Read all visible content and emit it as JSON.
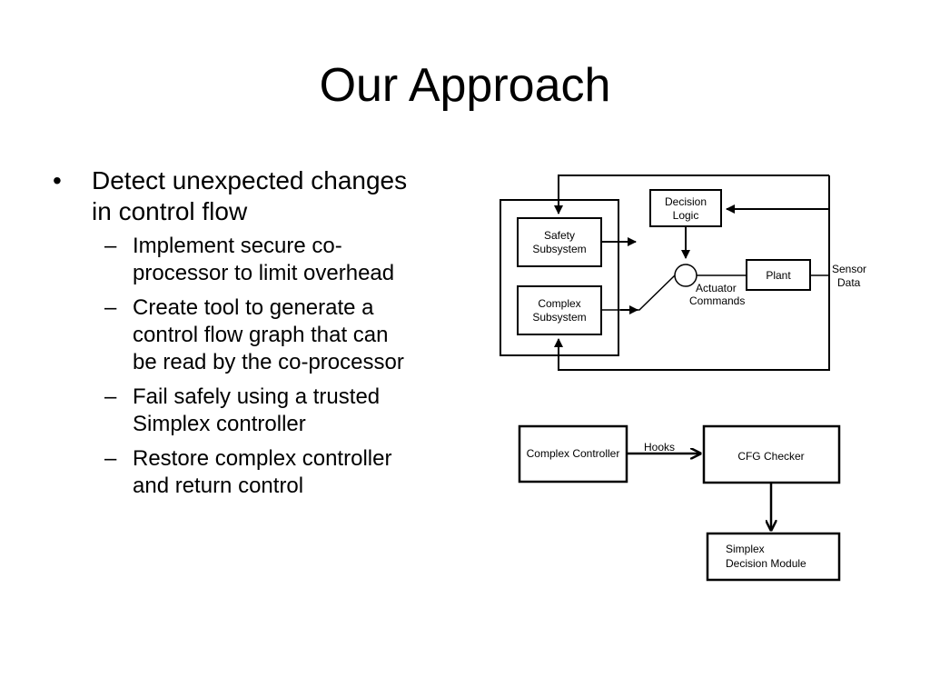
{
  "slide": {
    "title": "Our Approach"
  },
  "bullets": {
    "main": {
      "marker": "•",
      "lines": [
        "Detect unexpected changes",
        "in control flow"
      ]
    },
    "sub_marker": "–",
    "items": [
      {
        "lines": [
          "Implement secure co-",
          "processor to limit overhead"
        ]
      },
      {
        "lines": [
          "Create tool to generate a",
          "control flow graph that can",
          "be read by the co-processor"
        ]
      },
      {
        "lines": [
          "Fail safely using a trusted",
          "Simplex controller"
        ]
      },
      {
        "lines": [
          "Restore complex controller",
          "and return control"
        ]
      }
    ]
  },
  "diagram_top": {
    "safety_subsystem": [
      "Safety",
      "Subsystem"
    ],
    "complex_subsystem": [
      "Complex",
      "Subsystem"
    ],
    "decision_logic": [
      "Decision",
      "Logic"
    ],
    "plant": "Plant",
    "actuator_commands": [
      "Actuator",
      "Commands"
    ],
    "sensor_data": [
      "Sensor",
      "Data"
    ]
  },
  "diagram_bottom": {
    "complex_controller": "Complex Controller",
    "hooks": "Hooks",
    "cfg_checker": "CFG Checker",
    "simplex_decision_module": [
      "Simplex",
      "Decision Module"
    ]
  },
  "colors": {
    "background": "#ffffff",
    "text": "#000000",
    "lines": "#000000"
  }
}
